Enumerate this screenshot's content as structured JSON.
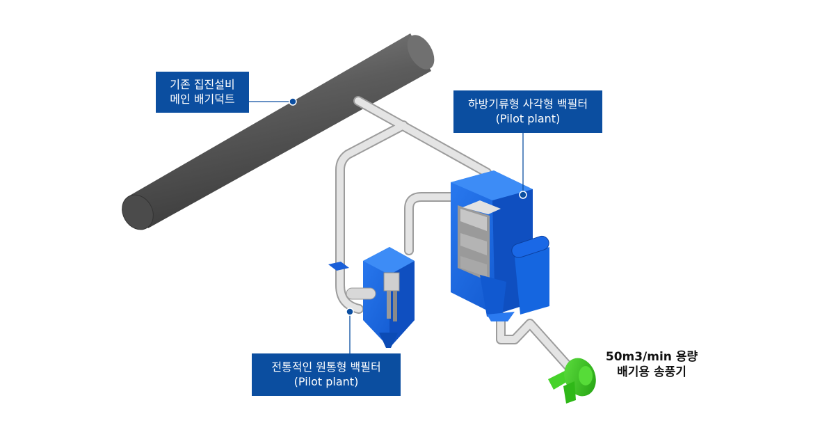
{
  "labels": {
    "main_duct": {
      "line1": "기존 집진설비",
      "line2": "메인 배기덕트"
    },
    "rect_filter": {
      "line1": "하방기류형 사각형 백필터",
      "line2": "(Pilot plant)"
    },
    "round_filter": {
      "line1": "전통적인 원통형 백필터",
      "line2": "(Pilot plant)"
    },
    "blower": {
      "line1": "50m3/min 용량",
      "line2": "배기용 송풍기"
    }
  },
  "colors": {
    "label_bg": "#0b4ea0",
    "duct": "#5a5a5a",
    "pipe": "#d4d4d4",
    "equipment_blue": "#1565e6",
    "blower_green": "#36c81c",
    "leader": "#0b4ea0"
  },
  "icons": {
    "leader_dot": "leader-dot-icon"
  }
}
